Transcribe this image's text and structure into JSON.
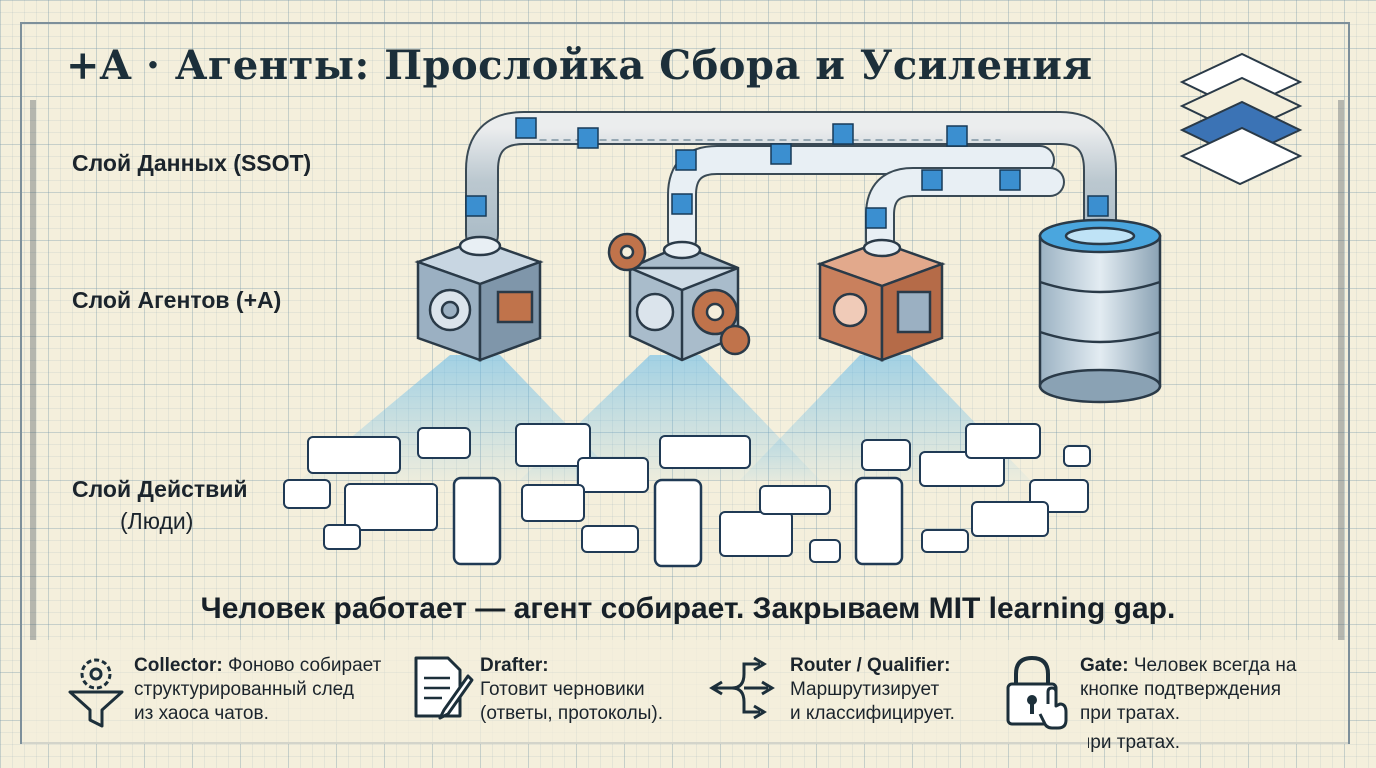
{
  "title": "+A · Агенты: Прослойка Сбора и Усиления",
  "layers": {
    "data": "Слой Данных (SSOT)",
    "agents": "Слой Агентов (+A)",
    "actions": "Слой Действий",
    "actions_sub": "(Люди)"
  },
  "tagline": "Человек работает — агент собирает. Закрываем MIT learning gap.",
  "legend": [
    {
      "name": "Collector:",
      "lines": [
        "Фоново собирает",
        "структурированный след",
        "из хаоса чатов."
      ],
      "icon": "funnel-gear-icon"
    },
    {
      "name": "Drafter:",
      "lines": [
        "Готовит черновики",
        "(ответы, протоколы)."
      ],
      "icon": "document-pencil-icon"
    },
    {
      "name": "Router / Qualifier:",
      "lines": [
        "Маршрутизирует",
        "и классифицирует."
      ],
      "icon": "router-arrows-icon"
    },
    {
      "name": "Gate:",
      "lines": [
        "Человек всегда на",
        "кнопке подтверждения",
        "при тратах."
      ],
      "icon": "padlock-hand-icon"
    }
  ],
  "ghost_text": "при тратах.",
  "colors": {
    "background": "#f4efdc",
    "grid": "#9fb4c2",
    "ink": "#1c2f3a",
    "blue_glow": "#5fb8ea",
    "copper": "#c0734b",
    "cube_blue": "#3b8fd0"
  }
}
